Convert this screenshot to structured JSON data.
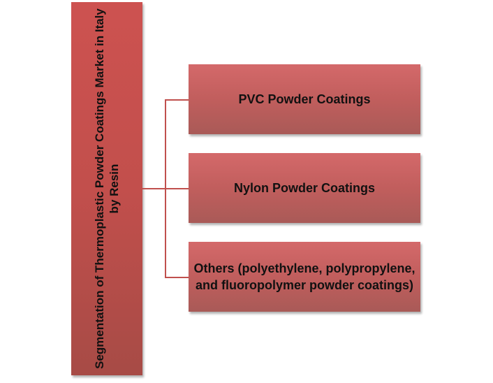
{
  "root": {
    "label": "Segmentation of Thermoplastic Powder Coatings Market in Italy by Resin"
  },
  "children": [
    {
      "label": "PVC Powder Coatings"
    },
    {
      "label": "Nylon Powder Coatings"
    },
    {
      "label": "Others (polyethylene, polypropylene, and fluoropolymer powder coatings)"
    }
  ],
  "colors": {
    "root": "#c24f4c",
    "child": "#c15e5d",
    "connector": "#c0504d"
  }
}
